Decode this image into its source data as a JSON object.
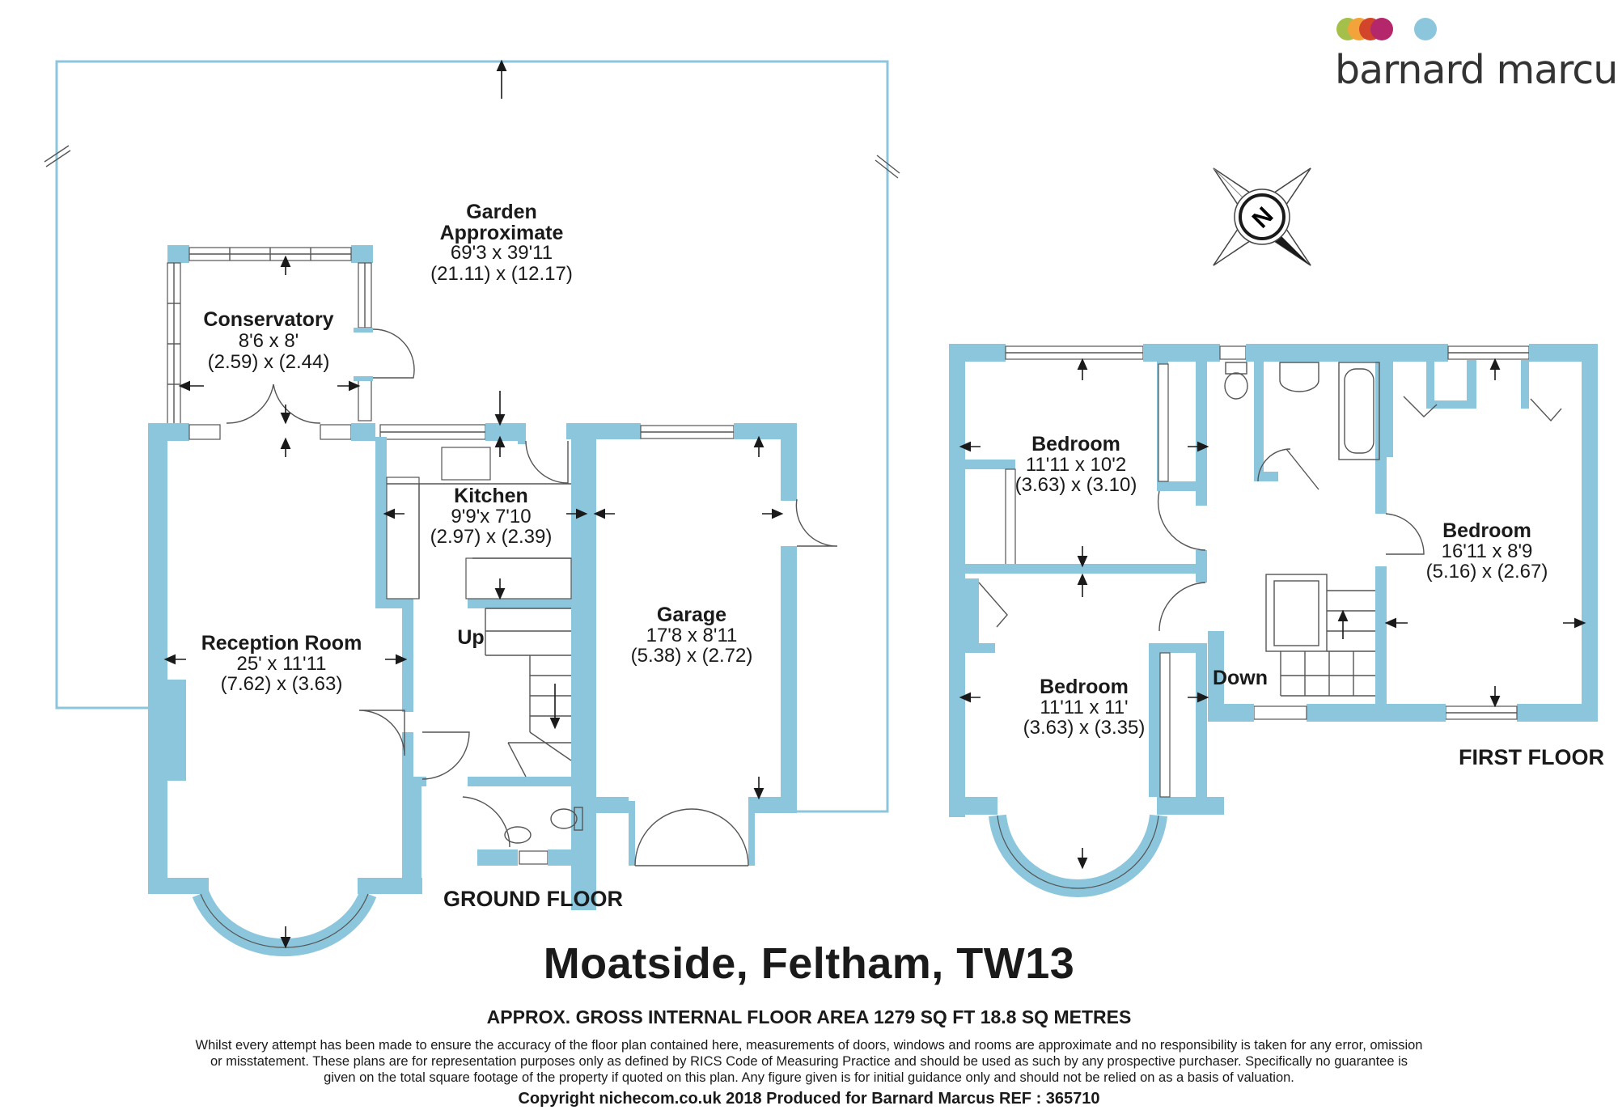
{
  "brand": {
    "name": "barnard marcus",
    "dot_colors": [
      "#a4c04a",
      "#f2a33a",
      "#d2452a",
      "#b4276b",
      "#8cc6dc"
    ]
  },
  "compass": {
    "letter": "N"
  },
  "rooms": {
    "garden": {
      "name_line1": "Garden",
      "name_line2": "Approximate",
      "dim_imperial": "69'3 x 39'11",
      "dim_metric": "(21.11) x (12.17)"
    },
    "conservatory": {
      "name": "Conservatory",
      "dim_imperial": "8'6 x 8'",
      "dim_metric": "(2.59) x (2.44)"
    },
    "kitchen": {
      "name": "Kitchen",
      "dim_imperial": "9'9'x 7'10",
      "dim_metric": "(2.97) x (2.39)"
    },
    "reception": {
      "name": "Reception Room",
      "dim_imperial": "25' x 11'11",
      "dim_metric": "(7.62) x (3.63)"
    },
    "garage": {
      "name": "Garage",
      "dim_imperial": "17'8 x 8'11",
      "dim_metric": "(5.38) x (2.72)"
    },
    "bedroom1": {
      "name": "Bedroom",
      "dim_imperial": "11'11 x 10'2",
      "dim_metric": "(3.63) x (3.10)"
    },
    "bedroom2": {
      "name": "Bedroom",
      "dim_imperial": "16'11 x 8'9",
      "dim_metric": "(5.16) x (2.67)"
    },
    "bedroom3": {
      "name": "Bedroom",
      "dim_imperial": "11'11 x 11'",
      "dim_metric": "(3.63) x (3.35)"
    }
  },
  "stair_labels": {
    "up": "Up",
    "down": "Down"
  },
  "floors": {
    "ground": "GROUND FLOOR",
    "first": "FIRST FLOOR"
  },
  "title": "Moatside, Feltham, TW13",
  "gross_area": "APPROX. GROSS INTERNAL FLOOR AREA 1279 SQ FT 18.8 SQ METRES",
  "disclaimer": "Whilst every attempt has been made to ensure the accuracy of the floor plan contained here, measurements of doors, windows and rooms are approximate and no responsibility is taken for any error, omission or misstatement. These plans are for representation purposes only as defined by RICS Code of Measuring Practice and should be used as such by any prospective purchaser. Specifically no guarantee is given on the total square footage of the property if quoted on this plan. Any figure given is for initial guidance only and should not be relied on as a basis of valuation.",
  "copyright": "Copyright nichecom.co.uk 2018    Produced for Barnard Marcus   REF : 365710"
}
